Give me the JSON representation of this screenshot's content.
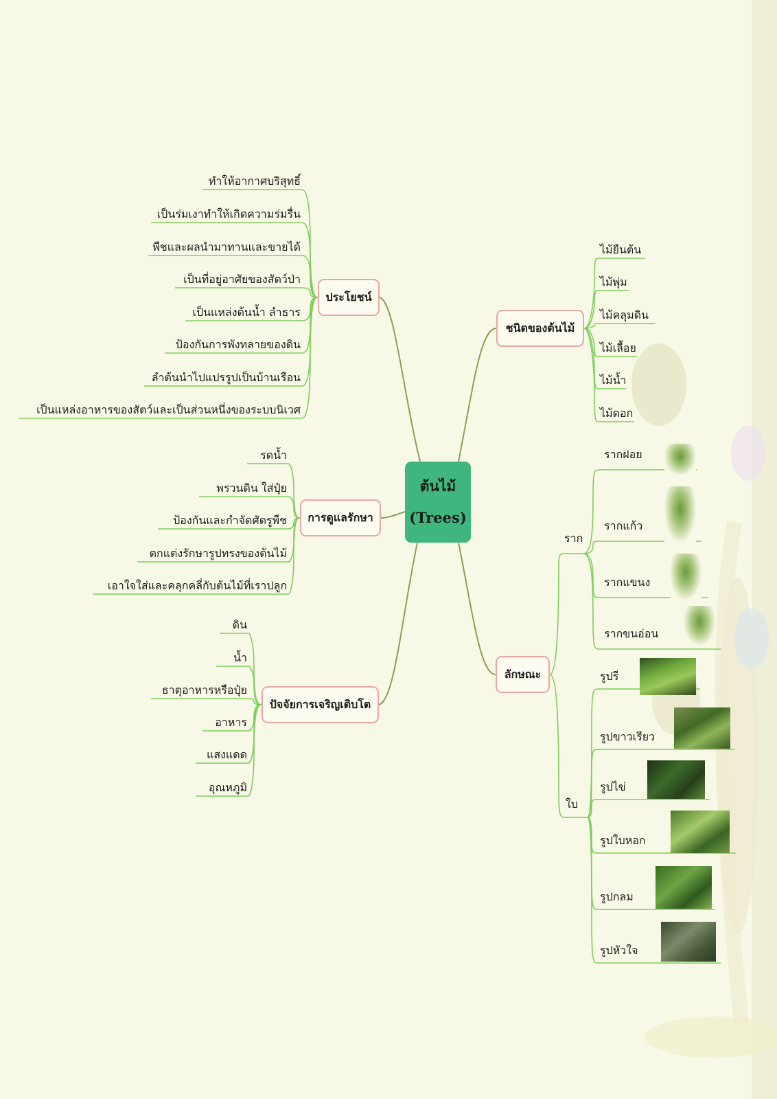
{
  "center": {
    "title": "ต้นไม้",
    "subtitle": "(Trees)"
  },
  "colors": {
    "center": "#3fb67e",
    "topic_border": "#e7a7a4",
    "branch": "#8aa053",
    "leaf_line": "#7fcd5c",
    "background": "#f8f8e6"
  },
  "topics": {
    "benefits": {
      "label": "ประโยชน์",
      "items": [
        "ทำให้อากาศบริสุทธิ์",
        "เป็นร่มเงาทำให้เกิดความร่มรื่น",
        "พืชและผลนำมาทานและขายได้",
        "เป็นที่อยู่อาศัยของสัตว์ป่า",
        "เป็นแหล่งต้นน้ำ ลำธาร",
        "ป้องกันการพังทลายของดิน",
        "ลำต้นนำไปแปรรูปเป็นบ้านเรือน",
        "เป็นแหล่งอาหารของสัตว์และเป็นส่วนหนึ่งของระบบนิเวศ"
      ]
    },
    "care": {
      "label": "การดูแลรักษา",
      "items": [
        "รดน้ำ",
        "พรวนดิน ใส่ปุ๋ย",
        "ป้องกันและกำจัดศัตรูพืช",
        "ตกแต่งรักษารูปทรงของต้นไม้",
        "เอาใจใส่และคลุกคลี่กับต้นไม้ที่เราปลูก"
      ]
    },
    "growth": {
      "label": "ปัจจัยการเจริญเติบโต",
      "items": [
        "ดิน",
        "น้ำ",
        "ธาตุอาหารหรือปุ๋ย",
        "อาหาร",
        "แสงแดด",
        "อุณหภูมิ"
      ]
    },
    "types": {
      "label": "ชนิดของต้นไม้",
      "items": [
        "ไม้ยืนต้น",
        "ไม้พุ่ม",
        "ไม้คลุมดิน",
        "ไม้เลื้อย",
        "ไม้น้ำ",
        "ไม้ดอก"
      ]
    },
    "traits": {
      "label": "ลักษณะ",
      "roots": {
        "label": "ราก",
        "items": [
          "รากฝอย",
          "รากแก้ว",
          "รากแขนง",
          "รากขนอ่อน"
        ]
      },
      "leaves": {
        "label": "ใบ",
        "items": [
          "รูปรี",
          "รูปขาวเรียว",
          "รูปไข่",
          "รูปใบหอก",
          "รูปกลม",
          "รูปหัวใจ"
        ]
      }
    }
  }
}
